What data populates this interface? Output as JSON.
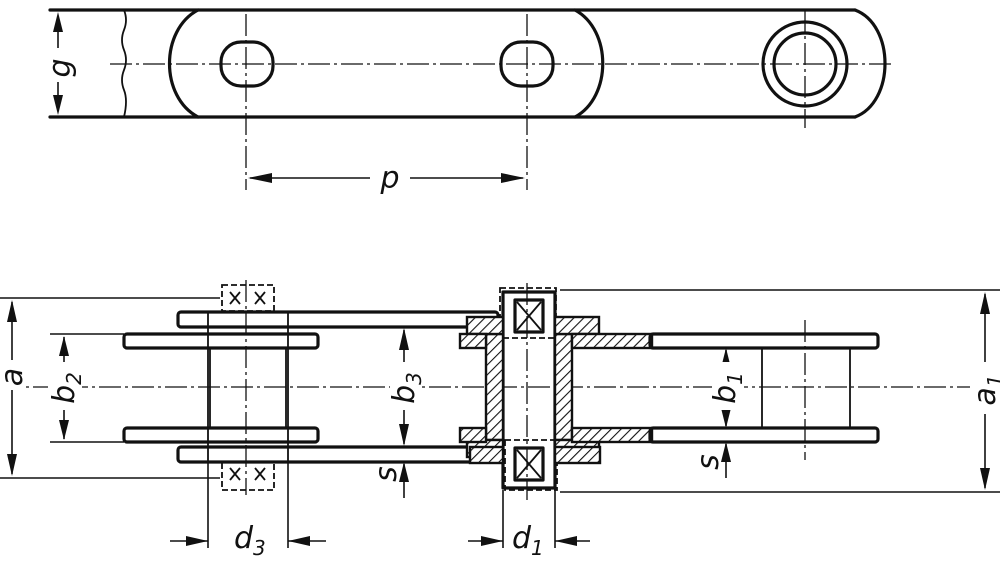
{
  "labels": {
    "g": "g",
    "p": "p",
    "a": "a",
    "b2_main": "b",
    "b2_sub": "2",
    "b3_main": "b",
    "b3_sub": "3",
    "b1_main": "b",
    "b1_sub": "1",
    "a1_main": "a",
    "a1_sub": "1",
    "s_left": "s",
    "s_right": "s",
    "d3_main": "d",
    "d3_sub": "3",
    "d1_main": "d",
    "d1_sub": "1"
  }
}
